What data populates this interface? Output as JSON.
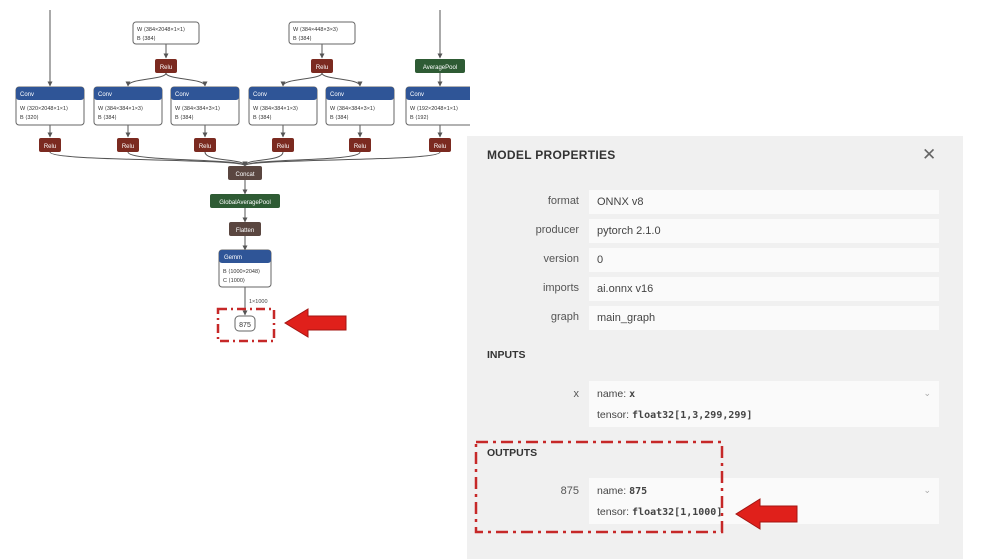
{
  "graph": {
    "nodes": {
      "conv": "Conv",
      "relu": "Relu",
      "concat": "Concat",
      "gap": "GlobalAveragePool",
      "flatten": "Flatten",
      "gemm": "Gemm",
      "avgpool": "AveragePool",
      "output": "875"
    },
    "top_init": [
      {
        "w": "W ⟨384×2048×1×1⟩",
        "b": "B ⟨384⟩"
      },
      {
        "w": "W ⟨384×448×3×3⟩",
        "b": "B ⟨384⟩"
      }
    ],
    "convs": [
      {
        "w": "W ⟨320×2048×1×1⟩",
        "b": "B ⟨320⟩"
      },
      {
        "w": "W ⟨384×384×1×3⟩",
        "b": "B ⟨384⟩"
      },
      {
        "w": "W ⟨384×384×3×1⟩",
        "b": "B ⟨384⟩"
      },
      {
        "w": "W ⟨384×384×1×3⟩",
        "b": "B ⟨384⟩"
      },
      {
        "w": "W ⟨384×384×3×1⟩",
        "b": "B ⟨384⟩"
      },
      {
        "w": "W ⟨192×2048×1×1⟩",
        "b": "B ⟨192⟩"
      }
    ],
    "gemm": {
      "b": "B ⟨1000×2048⟩",
      "c": "C ⟨1000⟩"
    },
    "edge_label": "1×1000"
  },
  "properties": {
    "title": "MODEL PROPERTIES",
    "close_icon": "✕",
    "rows": [
      {
        "key": "format",
        "value": "ONNX v8"
      },
      {
        "key": "producer",
        "value": "pytorch 2.1.0"
      },
      {
        "key": "version",
        "value": "0"
      },
      {
        "key": "imports",
        "value": "ai.onnx v16"
      },
      {
        "key": "graph",
        "value": "main_graph"
      }
    ],
    "inputs_title": "INPUTS",
    "input": {
      "key": "x",
      "name_label": "name:",
      "name": "x",
      "tensor_label": "tensor:",
      "tensor": "float32[1,3,299,299]"
    },
    "outputs_title": "OUTPUTS",
    "output": {
      "key": "875",
      "name_label": "name:",
      "name": "875",
      "tensor_label": "tensor:",
      "tensor": "float32[1,1000]"
    },
    "expand_icon": "⌄"
  },
  "colors": {
    "conv": "#2f5597",
    "relu": "#7b2a20",
    "concat": "#5a4640",
    "flatten": "#5a4640",
    "pool": "#2e5b34",
    "arrow": "#e0201b",
    "dashed_box": "#c62828"
  }
}
